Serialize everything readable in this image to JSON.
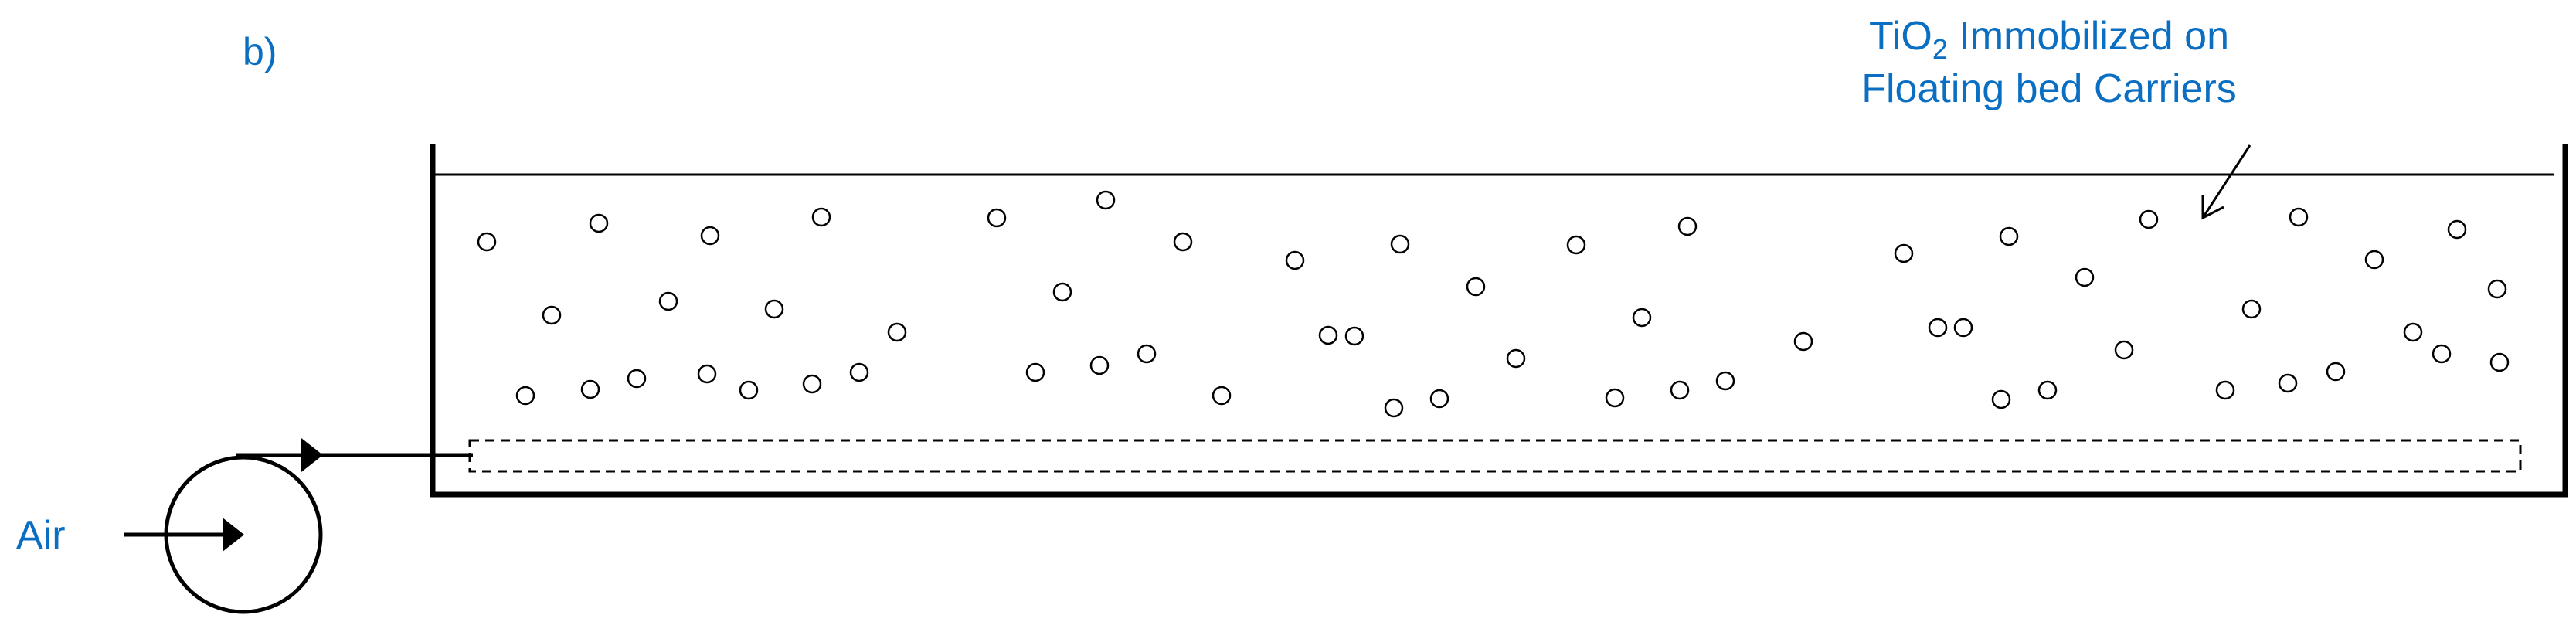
{
  "panel_label": "b)",
  "inlet_label": "Air",
  "annotation": {
    "line1_prefix": "TiO",
    "line1_subscript": "2",
    "line1_suffix": " Immobilized on",
    "line2": "Floating bed Carriers"
  },
  "colors": {
    "label": "#0a6fc2",
    "line": "#000000",
    "background": "#ffffff"
  }
}
